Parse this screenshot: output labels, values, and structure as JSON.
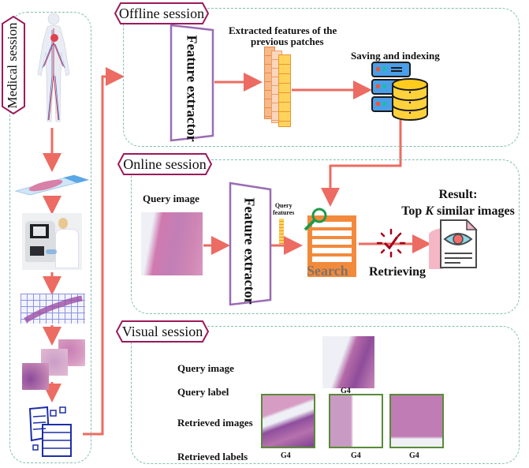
{
  "sessions": {
    "medical": {
      "label": "Medical session"
    },
    "offline": {
      "label": "Offline session",
      "feature_extractor": "Feature extractor",
      "extracted_features": "Extracted features of the previous patches",
      "extracted_features_line1": "Extracted features of the",
      "extracted_features_line2": "previous patches",
      "saving": "Saving and indexing"
    },
    "online": {
      "label": "Online session",
      "query_image": "Query image",
      "feature_extractor": "Feature extractor",
      "query_features_line1": "Query",
      "query_features_line2": "features",
      "search": "Search",
      "retrieving": "Retrieving",
      "result_line1": "Result:",
      "result_line2_pre": "Top ",
      "result_line2_k": "K",
      "result_line2_post": " similar images"
    },
    "visual": {
      "label": "Visual session",
      "query_image": "Query image",
      "query_label_title": "Query label",
      "retrieved_images": "Retrieved images",
      "retrieved_labels": "Retrieved labels",
      "query_label": "G4",
      "retrieved": [
        {
          "label": "G4"
        },
        {
          "label": "G4"
        },
        {
          "label": "G4"
        }
      ]
    }
  },
  "medical_pipeline": [
    {
      "icon": "human-circulatory-system-icon"
    },
    {
      "icon": "glass-slide-icon"
    },
    {
      "icon": "slide-scanner-icon"
    },
    {
      "icon": "whole-slide-grid-icon"
    },
    {
      "icon": "tissue-patches-icon"
    },
    {
      "icon": "patch-database-icon"
    }
  ],
  "colors": {
    "arrow": "#ec6b62",
    "dashed_border": "#7fbfb0",
    "tag_border": "#9b1a5a",
    "extractor_border": "#9a6cb4",
    "search_orange": "#f28a3c",
    "feature_yellow": "#ffd35c",
    "retrieved_border": "#5a8a3a"
  }
}
